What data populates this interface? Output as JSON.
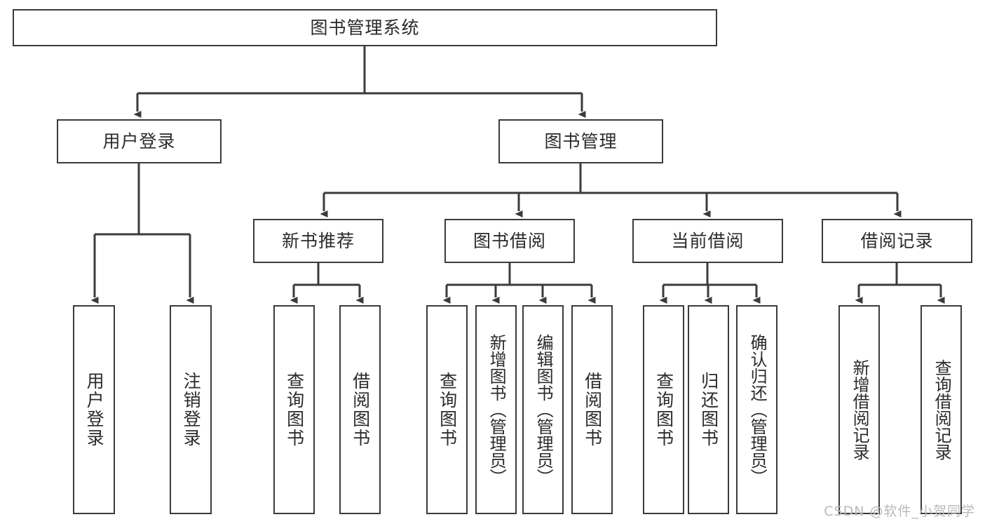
{
  "diagram": {
    "type": "tree-flowchart",
    "orientation": "top-down",
    "title": "图书管理系统",
    "watermark": "CSDN @软件_小贺同学",
    "style": {
      "box_border_color": "#3b3b3b",
      "box_fill": "#ffffff",
      "line_color": "#3b3b3b",
      "text_color": "#2b2b2b",
      "background": "#ffffff"
    },
    "levels": {
      "root": {
        "id": "root",
        "label": "图书管理系统",
        "orientation": "horizontal"
      },
      "level2": [
        {
          "id": "user-login",
          "label": "用户登录",
          "orientation": "horizontal"
        },
        {
          "id": "book-manage",
          "label": "图书管理",
          "orientation": "horizontal"
        }
      ],
      "level3": [
        {
          "id": "new-book-rec",
          "label": "新书推荐",
          "orientation": "horizontal",
          "parent": "book-manage"
        },
        {
          "id": "book-borrow",
          "label": "图书借阅",
          "orientation": "horizontal",
          "parent": "book-manage"
        },
        {
          "id": "current-borrow",
          "label": "当前借阅",
          "orientation": "horizontal",
          "parent": "book-manage"
        },
        {
          "id": "borrow-record",
          "label": "借阅记录",
          "orientation": "horizontal",
          "parent": "book-manage"
        }
      ],
      "leaves": [
        {
          "id": "leaf-user-login",
          "label": "用户登录",
          "orientation": "vertical",
          "parent": "user-login"
        },
        {
          "id": "leaf-logout",
          "label": "注销登录",
          "orientation": "vertical",
          "parent": "user-login"
        },
        {
          "id": "leaf-query-book-1",
          "label": "查询图书",
          "orientation": "vertical",
          "parent": "new-book-rec"
        },
        {
          "id": "leaf-borrow-book-1",
          "label": "借阅图书",
          "orientation": "vertical",
          "parent": "new-book-rec"
        },
        {
          "id": "leaf-query-book-2",
          "label": "查询图书",
          "orientation": "vertical",
          "parent": "book-borrow"
        },
        {
          "id": "leaf-add-book",
          "label": "新增图书（管理员）",
          "orientation": "vertical",
          "parent": "book-borrow"
        },
        {
          "id": "leaf-edit-book",
          "label": "编辑图书（管理员）",
          "orientation": "vertical",
          "parent": "book-borrow"
        },
        {
          "id": "leaf-borrow-book-2",
          "label": "借阅图书",
          "orientation": "vertical",
          "parent": "book-borrow"
        },
        {
          "id": "leaf-query-book-3",
          "label": "查询图书",
          "orientation": "vertical",
          "parent": "current-borrow"
        },
        {
          "id": "leaf-return-book",
          "label": "归还图书",
          "orientation": "vertical",
          "parent": "current-borrow"
        },
        {
          "id": "leaf-confirm-return",
          "label": "确认归还（管理员）",
          "orientation": "vertical",
          "parent": "current-borrow"
        },
        {
          "id": "leaf-add-record",
          "label": "新增借阅记录",
          "orientation": "vertical",
          "parent": "borrow-record"
        },
        {
          "id": "leaf-query-record",
          "label": "查询借阅记录",
          "orientation": "vertical",
          "parent": "borrow-record"
        }
      ]
    }
  }
}
